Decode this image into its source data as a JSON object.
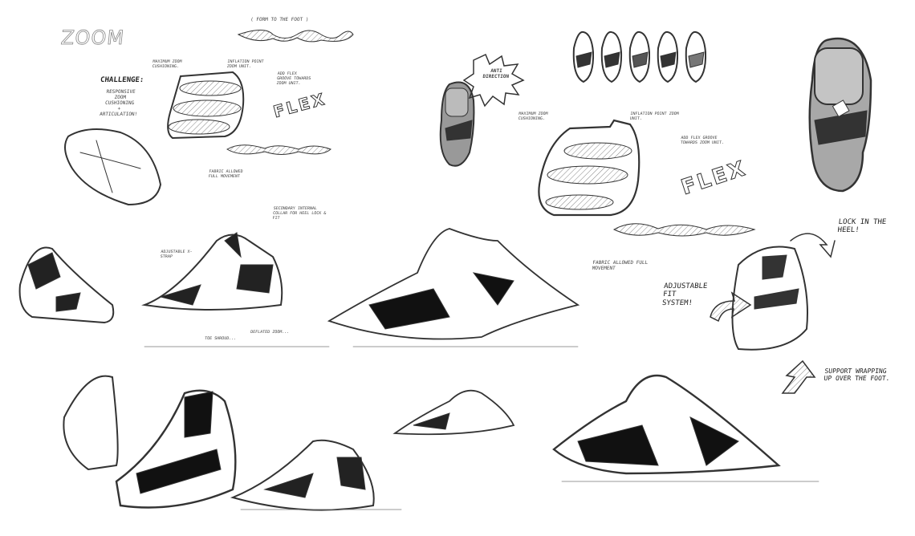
{
  "notes": {
    "logo": "ZOOM",
    "form_to_foot": "( form to the foot )",
    "challenge_title": "Challenge:",
    "challenge_body": "Responsive zoom cushioning\n+\narticulation!",
    "max_zoom_left": "Maximum zoom cushioning.",
    "inflation_left": "Inflation point zoom unit.",
    "add_flex_left": "Add flex groove towards zoom unit.",
    "flex_left": "FLEX",
    "fabric_left": "Fabric allowed full movement",
    "anti_direction": "Anti direction",
    "max_zoom_right": "Maximum zoom cushioning.",
    "inflation_right": "Inflation point zoom unit.",
    "add_flex_right": "Add flex groove towards zoom unit.",
    "flex_right": "FLEX",
    "fabric_right": "Fabric allowed full movement",
    "secondary_collar": "Secondary internal collar for heel lock & fit",
    "x_strap": "Adjustable x-strap",
    "toe_note": "Toe shroud...",
    "deflated_note": "Deflated zoom...",
    "lock_heel": "Lock in the\nheel!",
    "adjustable_fit": "Adjustable\nfit\nsystem!",
    "support_wrapping": "Support wrapping\nup over the foot."
  }
}
